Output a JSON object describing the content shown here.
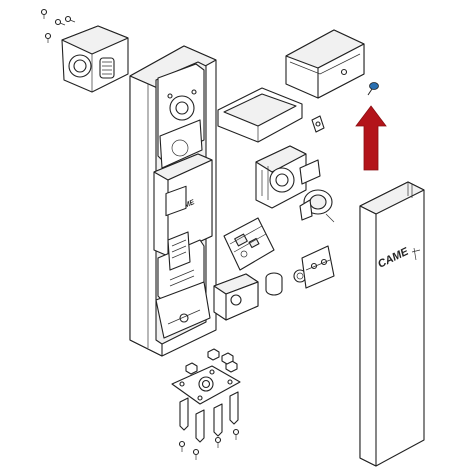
{
  "brand": {
    "cover_logo": "CAME",
    "box_logo": "CAME"
  },
  "callout": {
    "arrow_color": "#b3141a",
    "highlight_color": "#2a6fb0",
    "target": "screw"
  },
  "colors": {
    "line": "#222222",
    "fill": "#ffffff",
    "shade": "#f1f1f1"
  }
}
